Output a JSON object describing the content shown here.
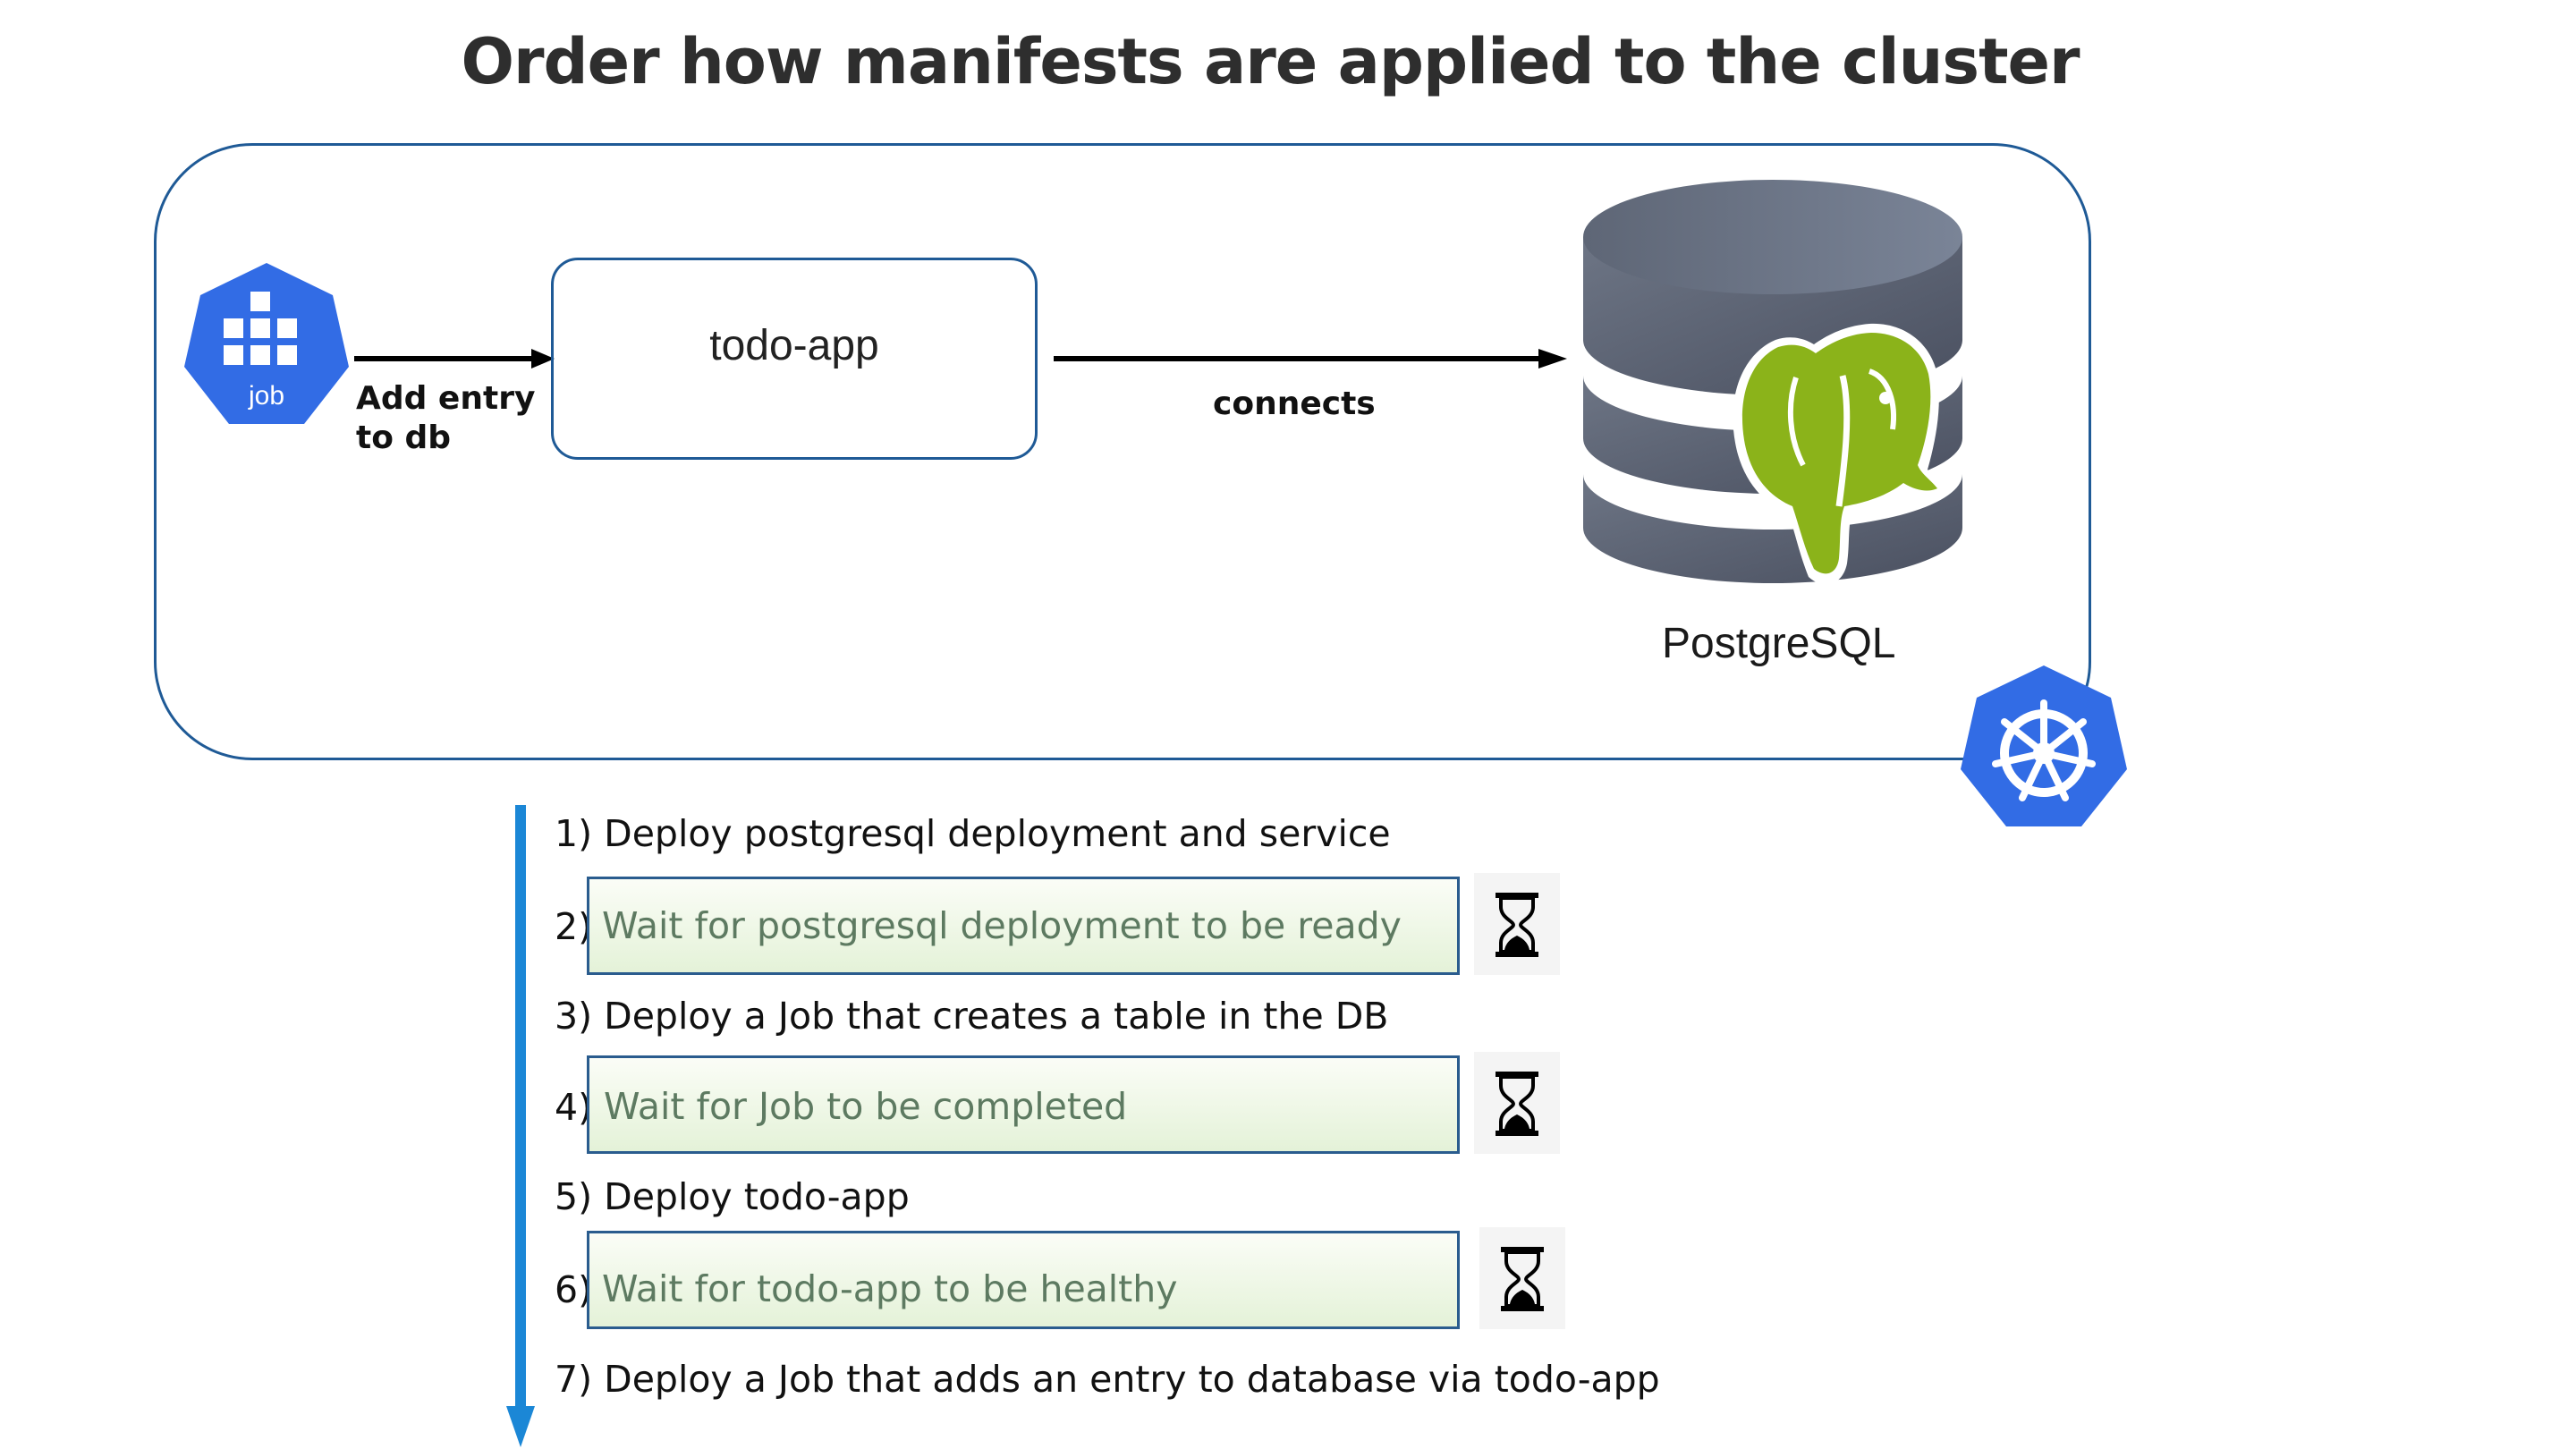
{
  "title": "Order how manifests are applied to the cluster",
  "diagram": {
    "job_icon_text": "job",
    "job_arrow_label": "Add entry to db",
    "todo_app_label": "todo-app",
    "connects_label": "connects",
    "db_label": "PostgreSQL"
  },
  "steps": [
    {
      "number": "1)",
      "text": "Deploy postgresql deployment and service"
    },
    {
      "number": "2)",
      "text": "Wait for postgresql deployment to be ready",
      "wait": true
    },
    {
      "number": "3)",
      "text": "Deploy a Job that creates a table in the DB"
    },
    {
      "number": "4)",
      "text": "Wait for Job to be completed",
      "wait": true
    },
    {
      "number": "5)",
      "text": "Deploy todo-app"
    },
    {
      "number": "6)",
      "text": "Wait for todo-app to be healthy",
      "wait": true
    },
    {
      "number": "7)",
      "text": "Deploy a Job that adds an entry to database via todo-app"
    }
  ],
  "icons": [
    "job-icon",
    "database-icon",
    "postgres-elephant-icon",
    "kubernetes-icon",
    "hourglass-icon"
  ],
  "colors": {
    "k8s_blue": "#326ce5",
    "cluster_border": "#1f5a96",
    "timeline_blue": "#1b87d6",
    "elephant_green": "#8bb31a",
    "wait_text": "#5d7a61"
  }
}
